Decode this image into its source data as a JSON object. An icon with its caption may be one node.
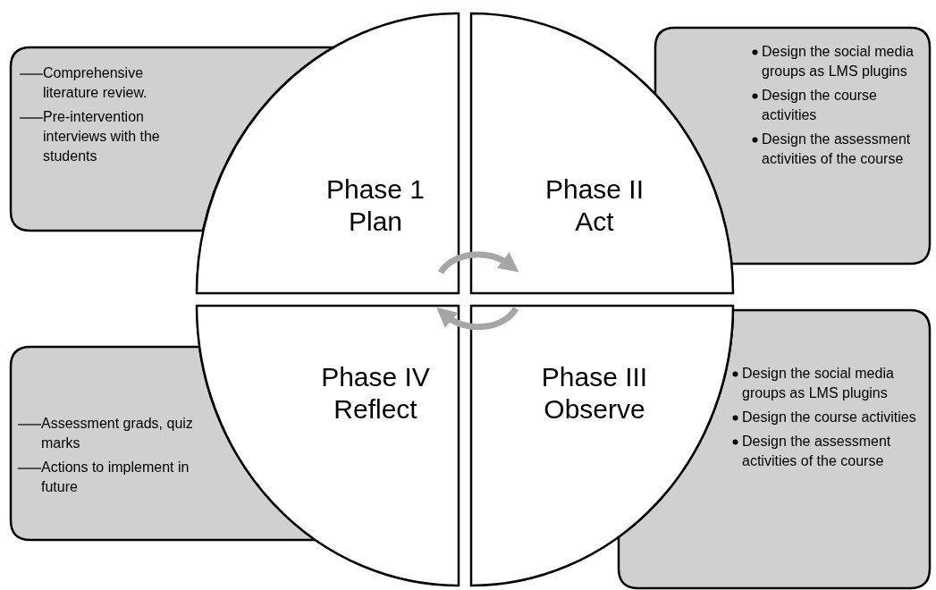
{
  "diagram": {
    "nodes": [
      {
        "text": [
          "Comprehensive literature review.",
          "Pre-intervention interviews with the students"
        ]
      },
      {
        "text": [
          "Phase 1 Plan"
        ]
      },
      {
        "text": [
          "Phase II Act"
        ]
      },
      {
        "text": [
          "Design the social media groups as LMS plugins",
          "Design the course activities",
          "Design the assessment activities of the course"
        ]
      },
      {
        "text": [
          "Assessment grads, quiz marks",
          "Actions to implement in future"
        ]
      },
      {
        "text": [
          "Phase IV Reflect"
        ]
      },
      {
        "text": [
          "Phase III Observe"
        ]
      },
      {
        "text": [
          "Design the social media groups as LMS plugins",
          "Design the course activities",
          "Design the assessment activities of the course"
        ]
      }
    ],
    "edges": [
      {
        "from": 1,
        "to": 2,
        "arrow": "to"
      },
      {
        "from": 6,
        "to": 5,
        "arrow": "to"
      }
    ]
  }
}
